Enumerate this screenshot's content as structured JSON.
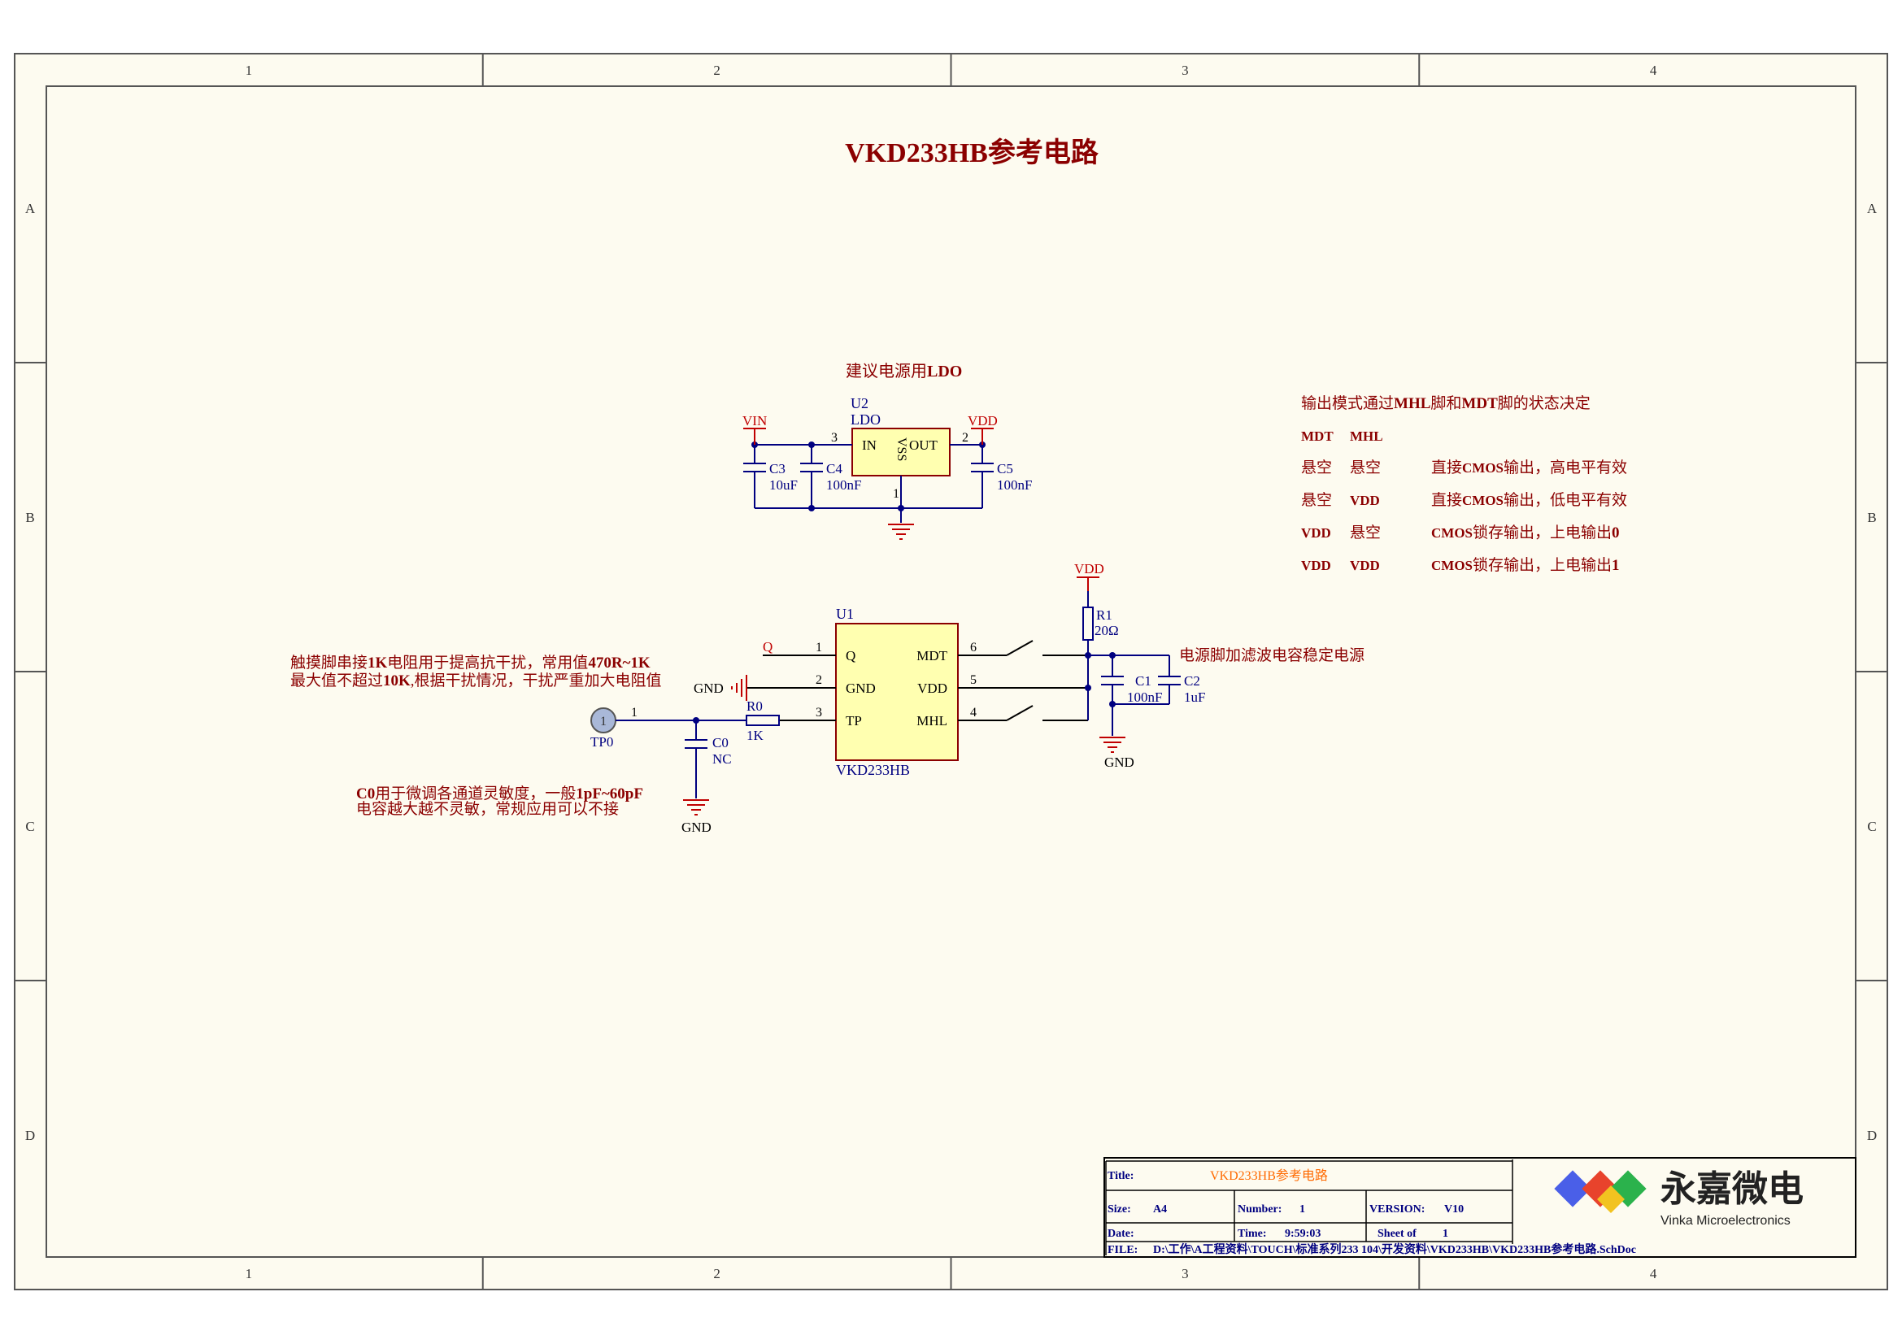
{
  "colors": {
    "paper": "#fdfbf0",
    "frame": "#555555",
    "wire": "#000080",
    "label": "#8b0000",
    "net": "#c00000",
    "ic_fill": "#ffffb0",
    "ic_border": "#8b0000",
    "title_orange": "#ff6a00",
    "tp_fill": "#a9b8d8"
  },
  "frame": {
    "columns": [
      "1",
      "2",
      "3",
      "4"
    ],
    "rows": [
      "A",
      "B",
      "C",
      "D"
    ]
  },
  "title": "VKD233HB参考电路",
  "ldo_section": {
    "heading_prefix": "建议电源用",
    "heading_bold": "LDO",
    "designator": "U2",
    "part": "LDO",
    "pin_in": "IN",
    "pin_out": "OUT",
    "pin_vss": "VSS",
    "pin_num_in": "3",
    "pin_num_out": "2",
    "pin_num_vss": "1",
    "net_vin": "VIN",
    "net_vdd": "VDD",
    "c3_name": "C3",
    "c3_value": "10uF",
    "c4_name": "C4",
    "c4_value": "100nF",
    "c5_name": "C5",
    "c5_value": "100nF"
  },
  "main_ic": {
    "designator": "U1",
    "part": "VKD233HB",
    "pins": [
      {
        "num": "1",
        "name": "Q"
      },
      {
        "num": "2",
        "name": "GND"
      },
      {
        "num": "3",
        "name": "TP"
      },
      {
        "num": "6",
        "name": "MDT"
      },
      {
        "num": "5",
        "name": "VDD"
      },
      {
        "num": "4",
        "name": "MHL"
      }
    ],
    "net_q": "Q",
    "net_gnd": "GND"
  },
  "input_section": {
    "tp_name": "TP0",
    "tp_pin": "1",
    "tp_pin_label": "1",
    "r0_name": "R0",
    "r0_value": "1K",
    "c0_name": "C0",
    "c0_value": "NC",
    "gnd": "GND",
    "note1_line1_a": "触摸脚串接",
    "note1_line1_b": "1K",
    "note1_line1_c": "电阻用于提高抗干扰，常用值",
    "note1_line1_d": "470R~1K",
    "note1_line2_a": "最大值不超过",
    "note1_line2_b": "10K",
    "note1_line2_c": ",根据干扰情况，干扰严重加大电阻值",
    "note2_line1_a": "C0",
    "note2_line1_b": "用于微调各通道灵敏度，一般",
    "note2_line1_c": "1pF~60pF",
    "note2_line2": "电容越大越不灵敏，常规应用可以不接"
  },
  "power_section": {
    "net_vdd": "VDD",
    "r1_name": "R1",
    "r1_value": "20Ω",
    "c1_name": "C1",
    "c1_value": "100nF",
    "c2_name": "C2",
    "c2_value": "1uF",
    "gnd": "GND",
    "note": "电源脚加滤波电容稳定电源"
  },
  "mode_table": {
    "heading_a": "输出模式通过",
    "heading_b": "MHL",
    "heading_c": "脚和",
    "heading_d": "MDT",
    "heading_e": "脚的状态决定",
    "col_mdt": "MDT",
    "col_mhl": "MHL",
    "rows": [
      {
        "mdt": "悬空",
        "mhl": "悬空",
        "desc_a": "直接",
        "desc_b": "CMOS",
        "desc_c": "输出，高电平有效",
        "desc_d": ""
      },
      {
        "mdt": "悬空",
        "mhl": "VDD",
        "desc_a": "直接",
        "desc_b": "CMOS",
        "desc_c": "输出，低电平有效",
        "desc_d": ""
      },
      {
        "mdt": "VDD",
        "mhl": "悬空",
        "desc_a": "",
        "desc_b": "CMOS",
        "desc_c": "锁存输出，上电输出",
        "desc_d": "0"
      },
      {
        "mdt": "VDD",
        "mhl": "VDD",
        "desc_a": "",
        "desc_b": "CMOS",
        "desc_c": "锁存输出，上电输出",
        "desc_d": "1"
      }
    ]
  },
  "title_block": {
    "title_label": "Title:",
    "title_value": "VKD233HB参考电路",
    "size_label": "Size:",
    "size_value": "A4",
    "number_label": "Number:",
    "number_value": "1",
    "version_label": "VERSION:",
    "version_value": "V10",
    "date_label": "Date:",
    "time_label": "Time:",
    "time_value": "9:59:03",
    "sheet_label": "Sheet of",
    "sheet_value": "1",
    "file_label": "FILE:",
    "file_value": "D:\\工作\\A工程资料\\TOUCH\\标准系列233 104\\开发资料\\VKD233HB\\VKD233HB参考电路.SchDoc",
    "logo_cn": "永嘉微电",
    "logo_en": "Vinka Microelectronics",
    "logo_colors": [
      "#4a5fe8",
      "#e8432c",
      "#2bb24c",
      "#f2c320"
    ]
  }
}
